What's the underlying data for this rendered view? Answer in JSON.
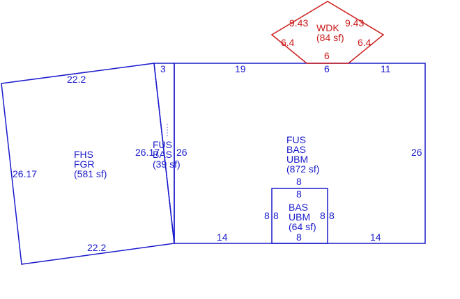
{
  "sketch": {
    "areas": {
      "wdk": {
        "lines": [
          "WDK",
          "(84 sf)"
        ],
        "color": "#cc1a1a"
      },
      "main": {
        "lines": [
          "FUS",
          "BAS",
          "UBM",
          "(872 sf)"
        ],
        "color": "#1a1acc"
      },
      "garage": {
        "lines": [
          "FHS",
          "FGR",
          "(581 sf)"
        ],
        "color": "#1a1acc"
      },
      "strip": {
        "lines": [
          "FUS",
          "BAS",
          "(39 sf)"
        ],
        "color": "#1a1acc"
      },
      "inner": {
        "lines": [
          "BAS",
          "UBM",
          "(64 sf)"
        ],
        "color": "#1a1acc"
      }
    },
    "dimensions": {
      "wdk_tl": "9.43",
      "wdk_tr": "9.43",
      "wdk_ll": "6.4",
      "wdk_lr": "6.4",
      "wdk_bottom": "6",
      "main_top_left": "19",
      "main_top_mid": "6",
      "main_top_right": "11",
      "main_right": "26",
      "main_left": "26",
      "main_bottom_left": "14",
      "main_bottom_right": "14",
      "strip_top": "3",
      "strip_left": "26.17",
      "garage_top": "22.2",
      "garage_bottom": "22.2",
      "garage_left": "26.17",
      "inner_top_outer": "8",
      "inner_top": "8",
      "inner_bottom": "8",
      "inner_left_outer": "8",
      "inner_left": "8",
      "inner_right": "8",
      "inner_right_outer": "8"
    }
  }
}
